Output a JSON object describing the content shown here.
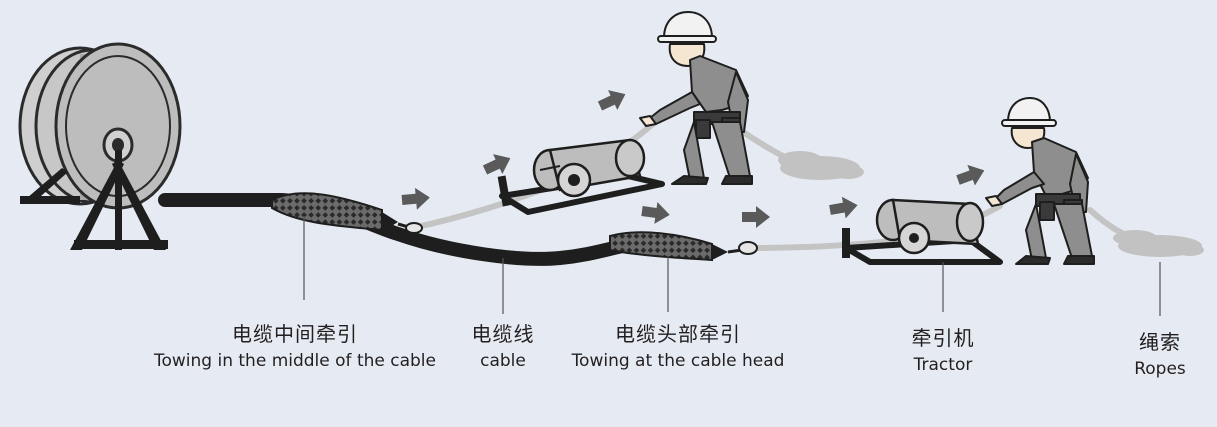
{
  "labels": {
    "middle": {
      "zh": "电缆中间牵引",
      "en": "Towing in the middle of the cable"
    },
    "cable": {
      "zh": "电缆线",
      "en": "cable"
    },
    "head": {
      "zh": "电缆头部牵引",
      "en": "Towing at the cable head"
    },
    "tractor": {
      "zh": "牵引机",
      "en": "Tractor"
    },
    "ropes": {
      "zh": "绳索",
      "en": "Ropes"
    }
  },
  "colors": {
    "background": "#e6ebf3",
    "cable": "#1e1e1e",
    "rope": "#c4c4c4",
    "drum": "#bdbdbd",
    "worker": "#8e8e8e",
    "arrow": "#5a5a5a",
    "text": "#231f20"
  }
}
